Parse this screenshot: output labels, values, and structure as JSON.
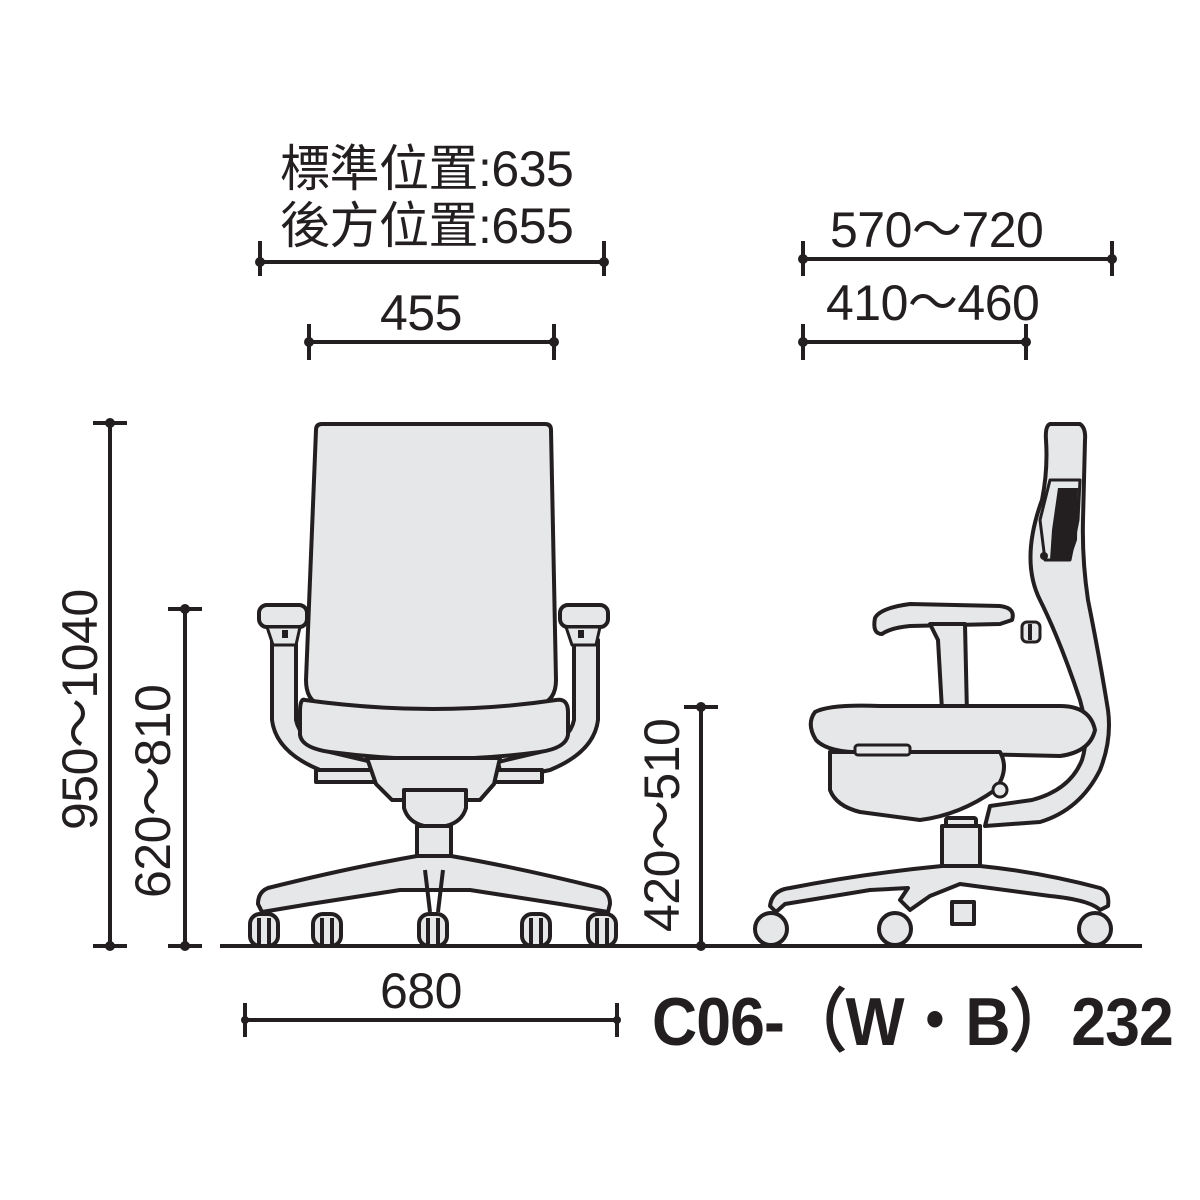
{
  "diagram": {
    "type": "product-dimension-drawing",
    "subject": "office chair",
    "units": "mm",
    "fill_color": "#e6e7e9",
    "line_color": "#231f20",
    "views": [
      "front",
      "side"
    ]
  },
  "dimensions": {
    "overall_depth_standard": {
      "label": "標準位置:635",
      "text_prefix": "標準位置",
      "value": "635"
    },
    "overall_depth_rear": {
      "label": "後方位置:655",
      "text_prefix": "後方位置",
      "value": "655"
    },
    "seat_width": {
      "label": "455",
      "value": "455"
    },
    "side_depth_range": {
      "label": "570〜720",
      "value": "570〜720"
    },
    "seat_depth_range": {
      "label": "410〜460",
      "value": "410〜460"
    },
    "overall_height": {
      "label": "950〜1040",
      "value": "950〜1040"
    },
    "armrest_height": {
      "label": "620〜810",
      "value": "620〜810"
    },
    "seat_height": {
      "label": "420〜510",
      "value": "420〜510"
    },
    "base_width": {
      "label": "680",
      "value": "680"
    }
  },
  "model": {
    "code": "C06-(W・B)232",
    "display": "C06-（W・B）232"
  }
}
